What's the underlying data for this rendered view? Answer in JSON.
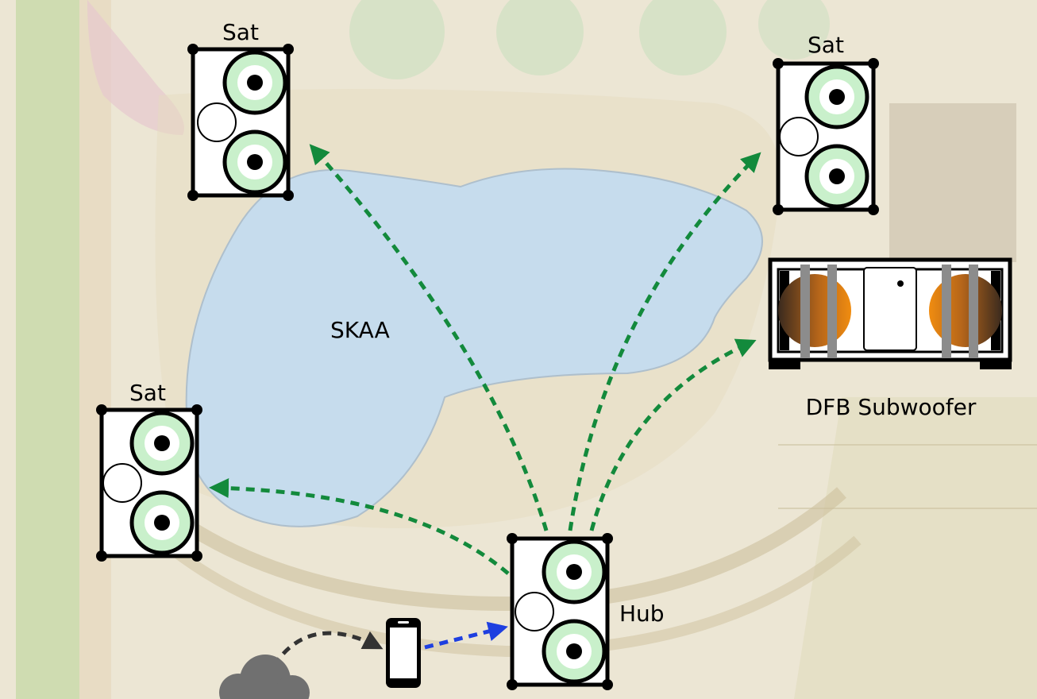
{
  "labels": {
    "sat_top_left": "Sat",
    "sat_top_right": "Sat",
    "sat_left": "Sat",
    "hub": "Hub",
    "skaa": "SKAA",
    "subwoofer": "DFB Subwoofer"
  },
  "colors": {
    "wireless_link": "#138a3c",
    "phone_link": "#1e3fe0",
    "cloud_link": "#333333",
    "pool": "#c6dced",
    "driver_cone": "#c9f0cb",
    "sub_driver": "#e98a12",
    "cloud": "#707070"
  },
  "icons": [
    "speaker-icon",
    "subwoofer-icon",
    "phone-icon",
    "cloud-icon"
  ]
}
